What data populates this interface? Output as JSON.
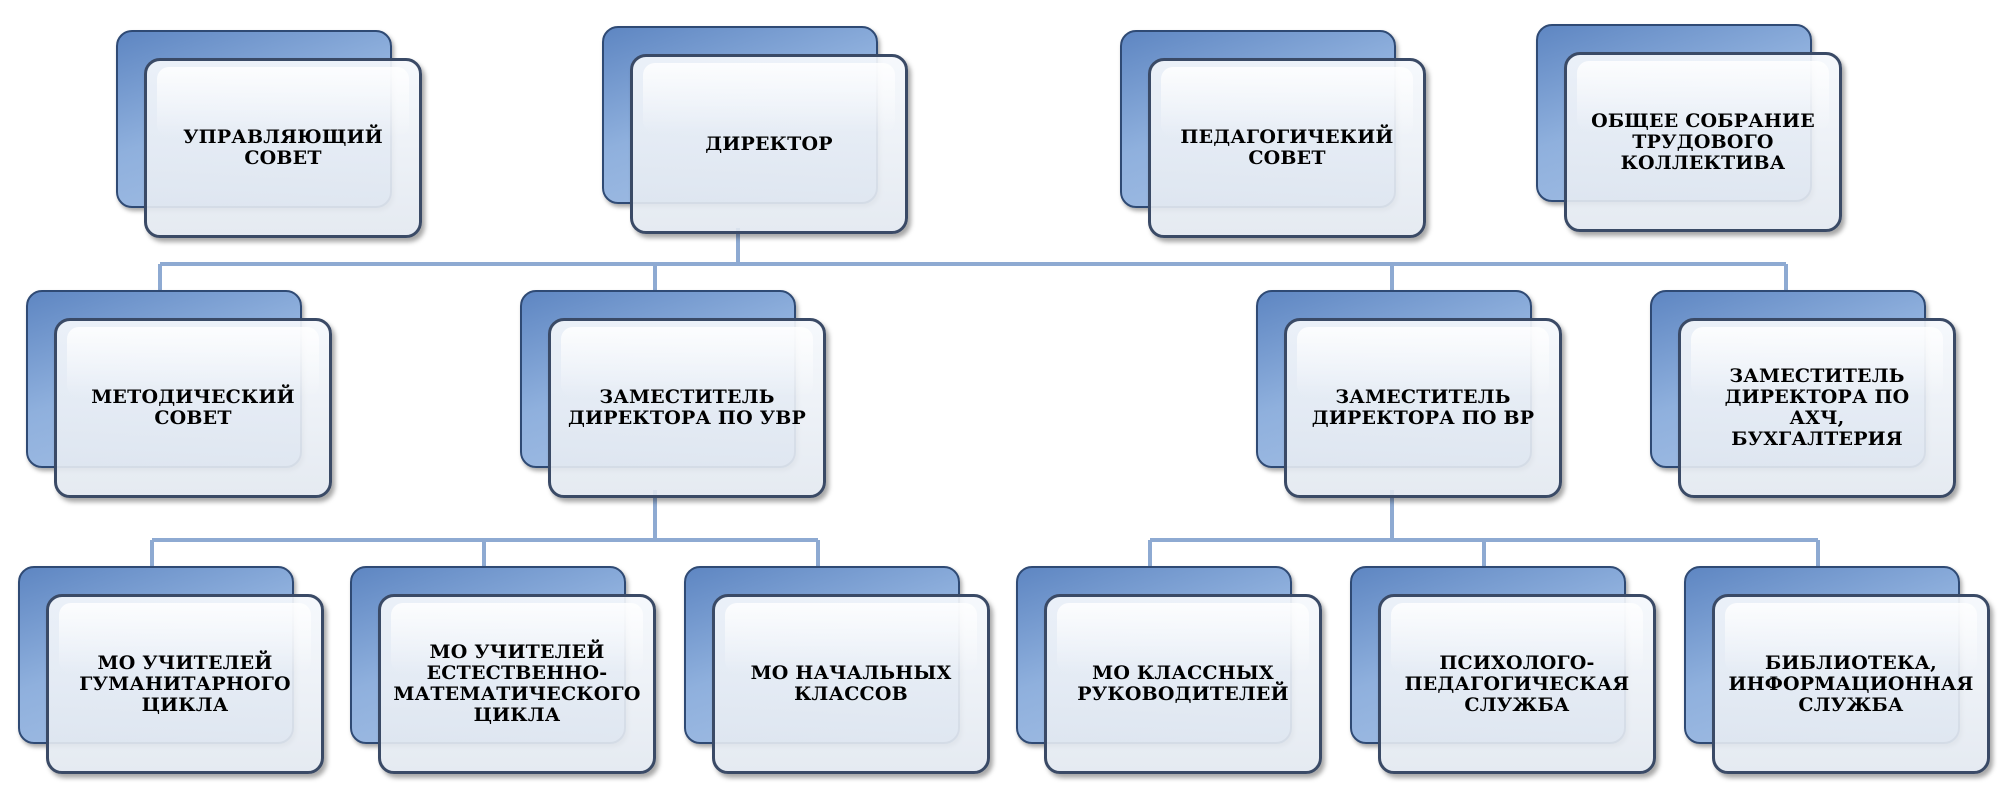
{
  "diagram": {
    "top_row": [
      {
        "id": "managing-council",
        "label": "УПРАВЛЯЮЩИЙ\nСОВЕТ"
      },
      {
        "id": "director",
        "label": "ДИРЕКТОР"
      },
      {
        "id": "pedagogical-council",
        "label": "ПЕДАГОГИЧЕКИЙ\nСОВЕТ"
      },
      {
        "id": "general-meeting",
        "label": "ОБЩЕЕ СОБРАНИЕ\nТРУДОВОГО\nКОЛЛЕКТИВА"
      }
    ],
    "middle_row": [
      {
        "id": "methodical-council",
        "label": "МЕТОДИЧЕСКИЙ\nСОВЕТ"
      },
      {
        "id": "deputy-uvr",
        "label": "ЗАМЕСТИТЕЛЬ\nДИРЕКТОРА ПО УВР"
      },
      {
        "id": "deputy-vr",
        "label": "ЗАМЕСТИТЕЛЬ\nДИРЕКТОРА ПО ВР"
      },
      {
        "id": "deputy-ahch",
        "label": "ЗАМЕСТИТЕЛЬ\nДИРЕКТОРА ПО АХЧ,\nБУХГАЛТЕРИЯ"
      }
    ],
    "bottom_row": [
      {
        "id": "mo-humanities",
        "label": "МО УЧИТЕЛЕЙ\nГУМАНИТАРНОГО\nЦИКЛА"
      },
      {
        "id": "mo-science-math",
        "label": "МО УЧИТЕЛЕЙ\nЕСТЕСТВЕННО-\nМАТЕМАТИЧЕСКОГО\nЦИКЛА"
      },
      {
        "id": "mo-primary",
        "label": "МО НАЧАЛЬНЫХ\nКЛАССОВ"
      },
      {
        "id": "mo-class-teachers",
        "label": "МО КЛАССНЫХ\nРУКОВОДИТЕЛЕЙ"
      },
      {
        "id": "psych-service",
        "label": "ПСИХОЛОГО-\nПЕДАГОГИЧЕСКАЯ\nСЛУЖБА"
      },
      {
        "id": "library",
        "label": "БИБЛИОТЕКА,\nИНФОРМАЦИОННАЯ\nСЛУЖБА"
      }
    ],
    "colors": {
      "connector": "#8eaad2",
      "back_box": "#7a9fd3",
      "front_box": "#eef1f6",
      "border": "#3a4a66"
    }
  }
}
